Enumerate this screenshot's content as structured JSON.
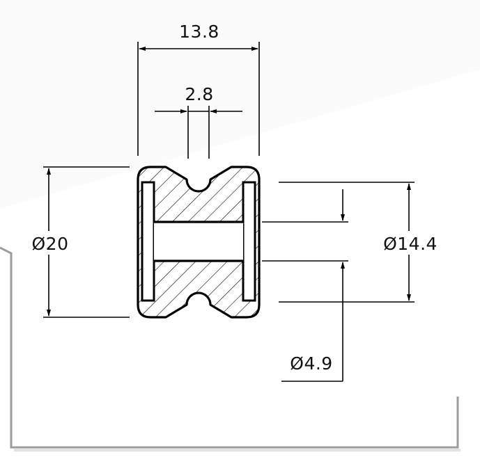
{
  "drawing": {
    "dimensions": {
      "overall_width": "13.8",
      "groove_width": "2.8",
      "outer_diameter": "Ø20",
      "flange_diameter": "Ø14.4",
      "bore_diameter": "Ø4.9"
    }
  },
  "colors": {
    "paper": "#ffffff",
    "sheet_border": "#9c9c9c",
    "sheet_shadow": "#e2e2e2",
    "ink": "#000000"
  }
}
